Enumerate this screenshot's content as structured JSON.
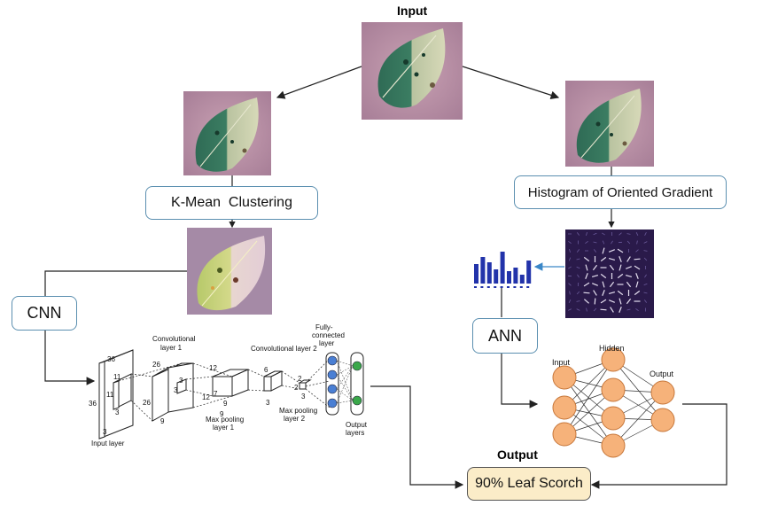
{
  "diagram": {
    "input_title": "Input",
    "output_title": "Output",
    "kmean_label": "K-Mean  Clustering",
    "hog_label": "Histogram of Oriented Gradient",
    "cnn_label": "CNN",
    "ann_label": "ANN",
    "result_label": "90% Leaf Scorch",
    "colors": {
      "box_border": "#5b8fb0",
      "result_fill": "#fbecc8",
      "node_fill": "#f6b27a",
      "cnn_node_blue": "#4a7fd4",
      "cnn_node_green": "#3aa84a",
      "hog_bar": "#2233aa",
      "arrow": "#222222"
    }
  },
  "cnn": {
    "input_layer": "Input layer",
    "conv1": [
      "Convolutional",
      "layer 1"
    ],
    "conv2": [
      "Convolutional layer 2"
    ],
    "maxpool1": [
      "Max pooling",
      "layer 1"
    ],
    "maxpool2": [
      "Max pooling",
      "layer 2"
    ],
    "fc": [
      "Fully-",
      "connected",
      "layer"
    ],
    "output_layers": [
      "Output",
      "layers"
    ],
    "dims": {
      "in_top": "36",
      "in_side": "36",
      "in_bottom": "3",
      "k1_a": "11",
      "k1_b": "11",
      "k1_c": "3",
      "c1_top": "26",
      "c1_side": "26",
      "c1_bottom": "9",
      "k2_a": "3",
      "k2_b": "3",
      "p1_top": "12",
      "p1_side": "12",
      "p1_a": "7",
      "p1_b": "9",
      "p1_bottom": "9",
      "c2_top": "6",
      "c2_side": "3",
      "p2_a": "2",
      "p2_b": "2",
      "p2_c": "3"
    }
  },
  "ann": {
    "input": "Input",
    "hidden": "Hidden",
    "output": "Output"
  }
}
